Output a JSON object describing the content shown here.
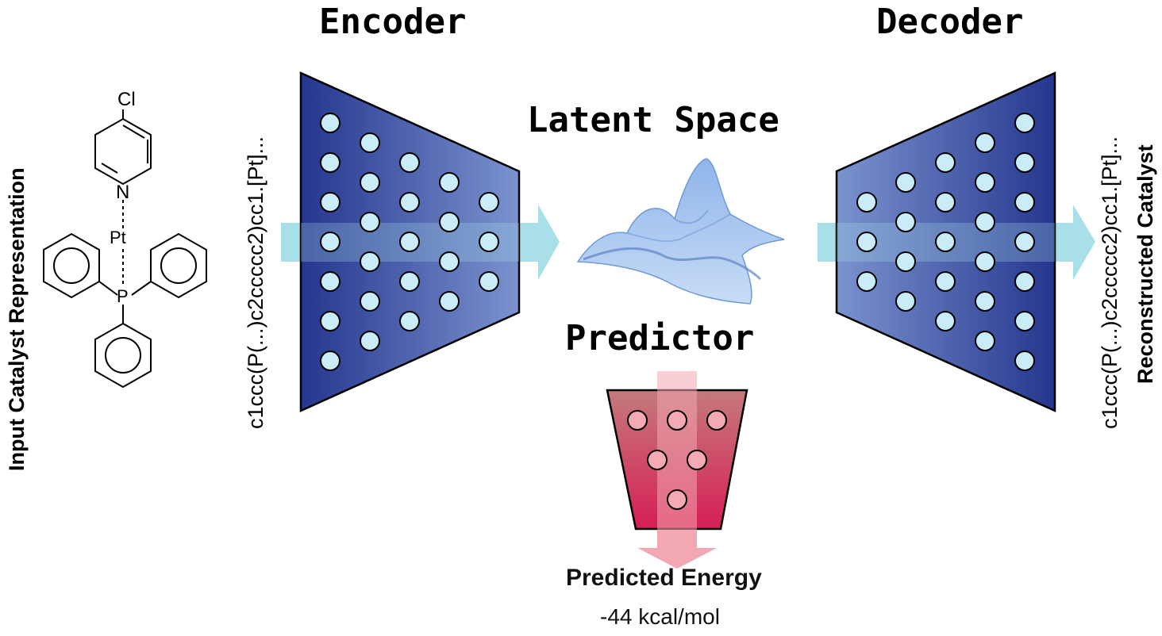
{
  "input_label": "Input Catalyst Representation",
  "output_label": "Reconstructed Catalyst",
  "input_smiles": "c1ccc(P(...)c2ccccc2)cc1.[Pt]...",
  "output_smiles": "c1ccc(P(...)c2ccccc2)cc1.[Pt]...",
  "molecule": {
    "atom_cl": "Cl",
    "atom_n": "N",
    "atom_pt": "Pt",
    "atom_p": "P"
  },
  "encoder_title": "Encoder",
  "decoder_title": "Decoder",
  "latent_title": "Latent Space",
  "predictor_title": "Predictor",
  "predicted_label": "Predicted Energy",
  "predicted_value": "-44 kcal/mol",
  "colors": {
    "network_dark": "#25368e",
    "network_light": "#7b93cf",
    "neuron_fill": "#c9ecf8",
    "arrow_blue": "#a9dfe8",
    "predictor_top": "#c47a7c",
    "predictor_bottom": "#d61f55",
    "predictor_neuron": "#f4aab5",
    "arrow_pink": "#f2a7b3"
  },
  "icons": {
    "molecule": "catalyst-structure-icon",
    "surface": "latent-surface-icon"
  }
}
